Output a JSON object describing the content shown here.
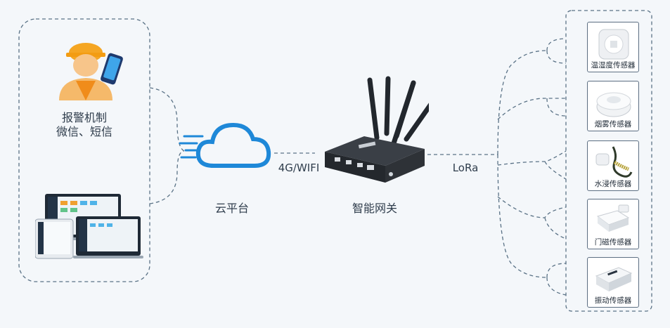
{
  "alert": {
    "line1": "报警机制",
    "line2": "微信、短信"
  },
  "cloud": {
    "label": "云平台"
  },
  "link_cloud": {
    "label": "4G/WIFI"
  },
  "gateway": {
    "label": "智能网关"
  },
  "link_sensor": {
    "label": "LoRa"
  },
  "sensors": [
    {
      "label": "温湿度传感器",
      "icon": "temp-humidity-sensor-icon"
    },
    {
      "label": "烟雾传感器",
      "icon": "smoke-sensor-icon"
    },
    {
      "label": "水浸传感器",
      "icon": "water-sensor-icon"
    },
    {
      "label": "门磁传感器",
      "icon": "door-sensor-icon"
    },
    {
      "label": "振动传感器",
      "icon": "vibration-sensor-icon"
    }
  ],
  "colors": {
    "line": "#5a7286",
    "cloud": "#1e88d8",
    "worker_helmet": "#f5a623",
    "background": "#f4f7fa"
  }
}
